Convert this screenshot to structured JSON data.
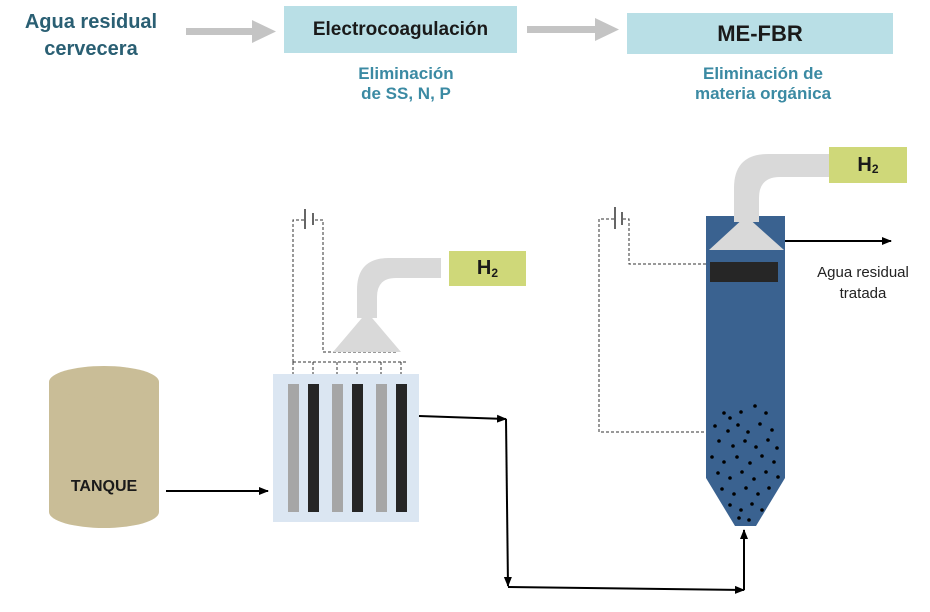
{
  "process": {
    "influent_label": "Agua residual\ncervecera",
    "stages": [
      {
        "name": "Electrocoagulación",
        "caption": "Eliminación\nde SS, N, P"
      },
      {
        "name": "ME-FBR",
        "caption": "Eliminación de\nmateria orgánica"
      }
    ]
  },
  "equipment": {
    "tank_label": "TANQUE",
    "gas_label_main": "H",
    "gas_label_sub": "2",
    "effluent_label": "Agua residual\ntratada"
  },
  "colors": {
    "stage_box": "#b9dfe6",
    "caption": "#3b8aa3",
    "influent_text": "#2a5f73",
    "gas_box": "#cfd879",
    "tank": "#c9bd97",
    "ec_cell": "#dbe6f2",
    "reactor": "#3a6290",
    "hood": "#d9d9d9",
    "flow_arrow": "#c0c0c0"
  }
}
